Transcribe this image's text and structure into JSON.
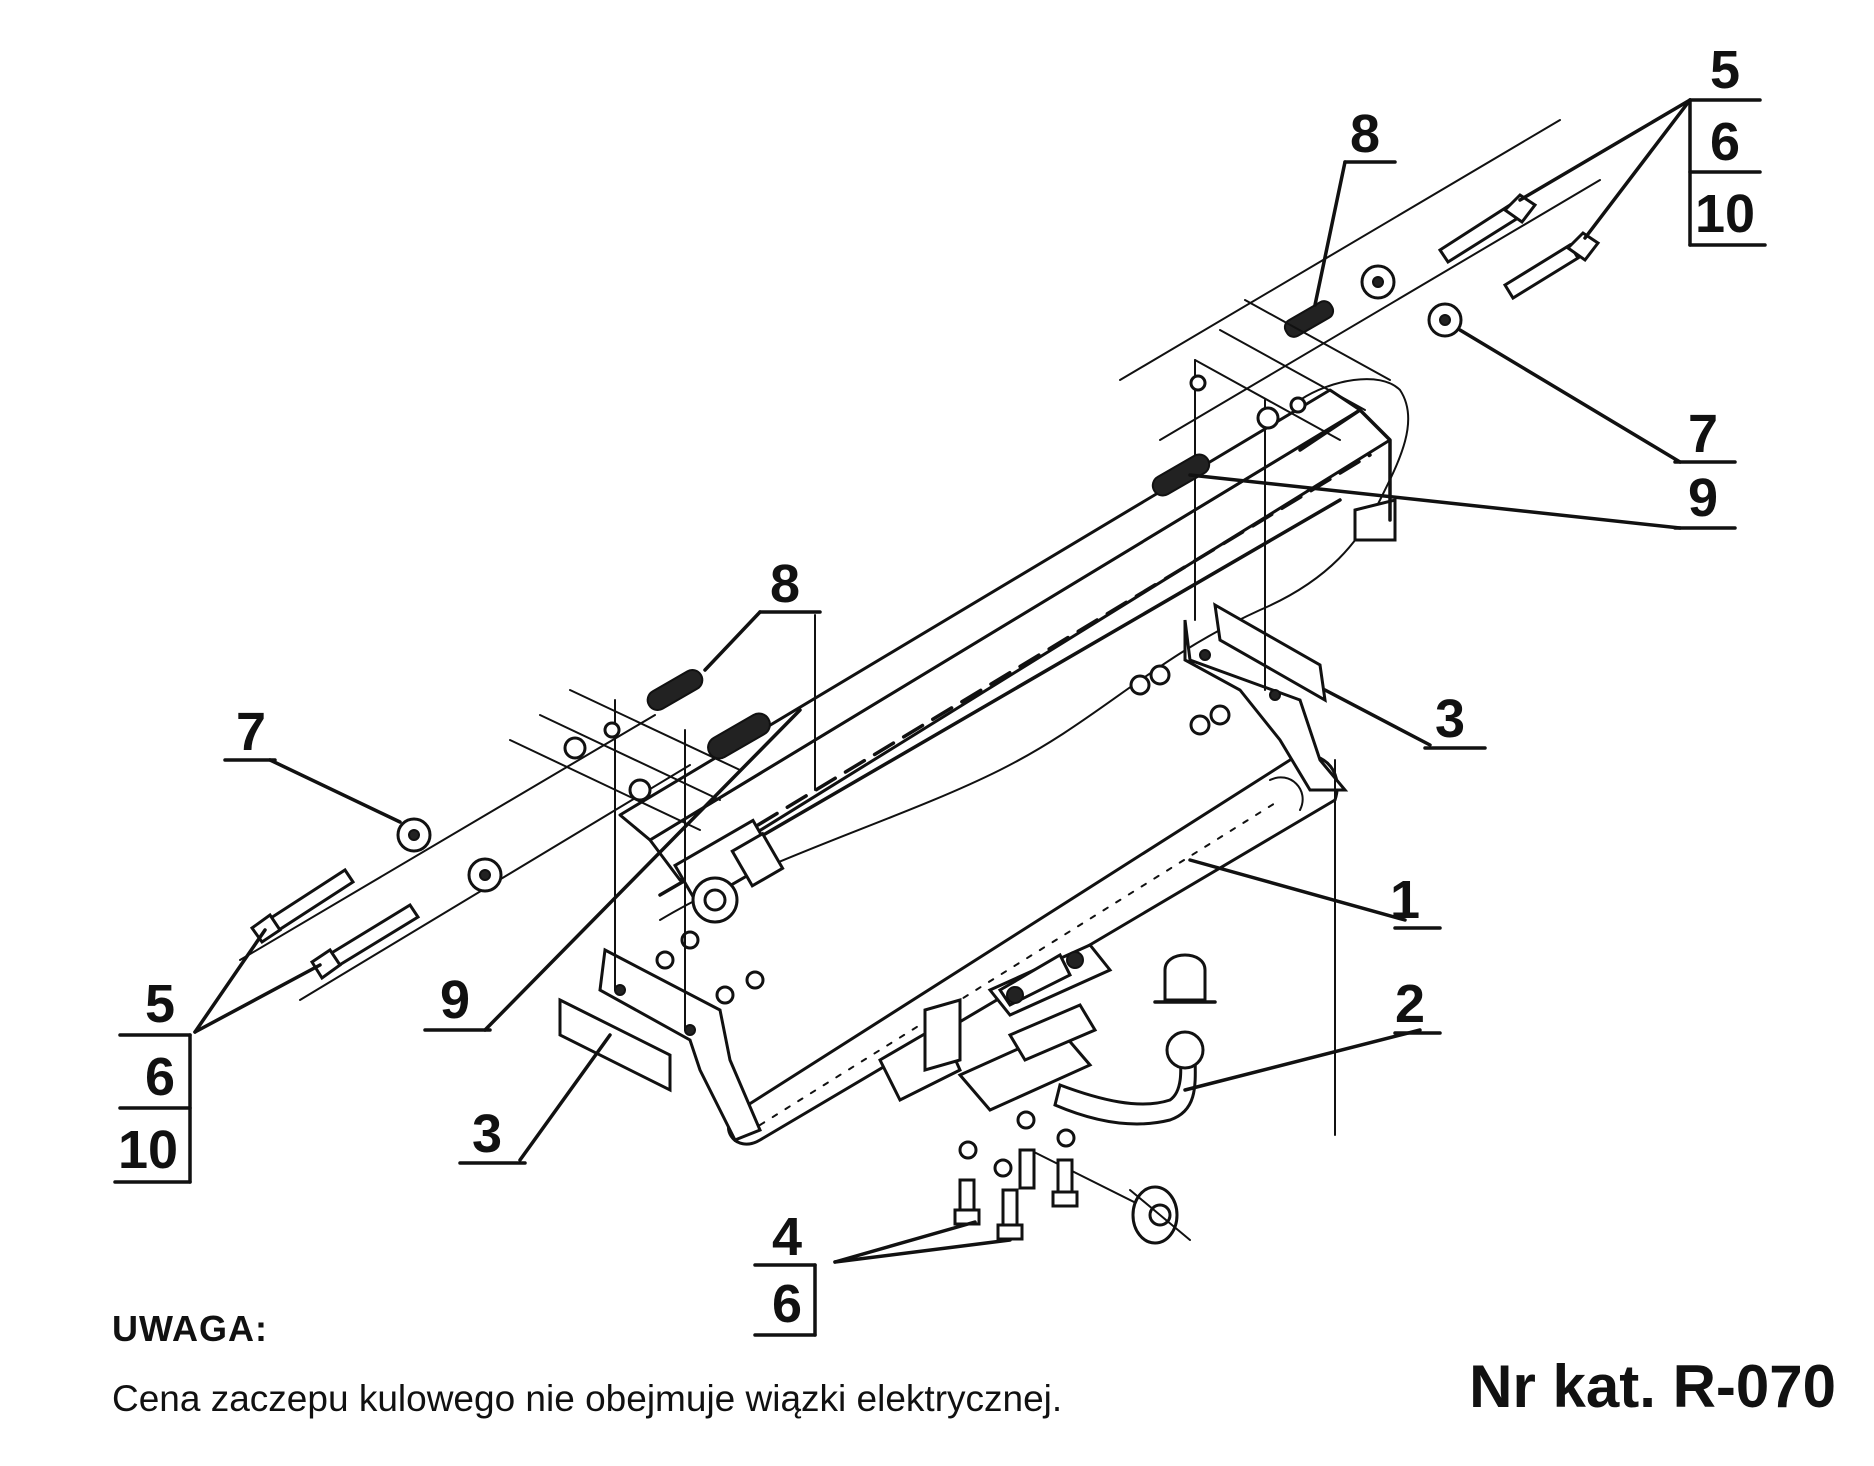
{
  "labels": {
    "part_1": "1",
    "part_2": "2",
    "part_3_right": "3",
    "part_3_left": "3",
    "part_4": "4",
    "part_5_left": "5",
    "part_5_right": "5",
    "part_6_left": "6",
    "part_6_right": "6",
    "part_6_bottom": "6",
    "part_7_left": "7",
    "part_7_right": "7",
    "part_8_left": "8",
    "part_8_right": "8",
    "part_9_left": "9",
    "part_9_right": "9",
    "part_10_left": "10",
    "part_10_right": "10"
  },
  "note": {
    "title": "UWAGA:",
    "text": "Cena zaczepu kulowego nie obejmuje wiązki elektrycznej."
  },
  "catalog": "Nr kat. R-070"
}
